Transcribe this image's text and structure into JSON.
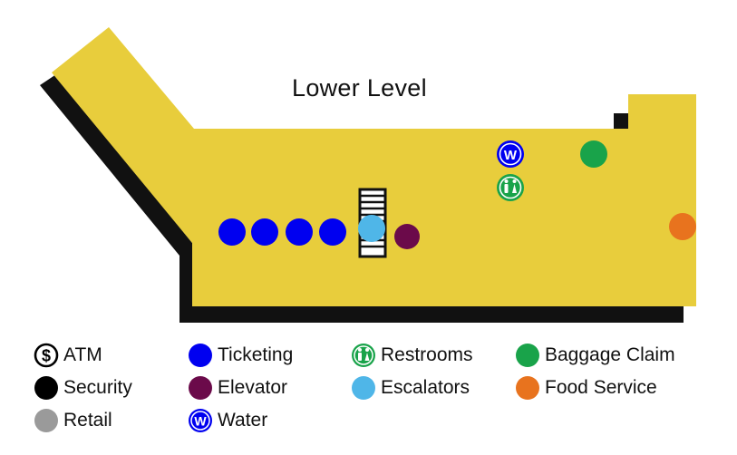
{
  "title": "Lower Level",
  "colors": {
    "floor": "#e8cd3c",
    "shadow": "#111111",
    "ticketing": "#0000f0",
    "elevator": "#6b0a4a",
    "escalators": "#4fb6e8",
    "water": "#0000f0",
    "restrooms": "#19a34a",
    "baggage_claim": "#19a34a",
    "food_service": "#e8731e",
    "security": "#000000",
    "retail": "#9a9a9a"
  },
  "map_markers": {
    "water_glyph": "W"
  },
  "legend": {
    "atm": {
      "label": "ATM",
      "glyph": "$",
      "icon": "dollar-circle-icon"
    },
    "security": {
      "label": "Security",
      "icon": "black-circle-icon"
    },
    "retail": {
      "label": "Retail",
      "icon": "gray-circle-icon"
    },
    "ticketing": {
      "label": "Ticketing",
      "icon": "blue-circle-icon"
    },
    "elevator": {
      "label": "Elevator",
      "icon": "purple-circle-icon"
    },
    "water": {
      "label": "Water",
      "glyph": "W",
      "icon": "water-icon"
    },
    "restrooms": {
      "label": "Restrooms",
      "icon": "restroom-icon"
    },
    "escalators": {
      "label": "Escalators",
      "icon": "light-blue-circle-icon"
    },
    "baggage_claim": {
      "label": "Baggage Claim",
      "icon": "green-circle-icon"
    },
    "food_service": {
      "label": "Food Service",
      "icon": "orange-circle-icon"
    }
  }
}
